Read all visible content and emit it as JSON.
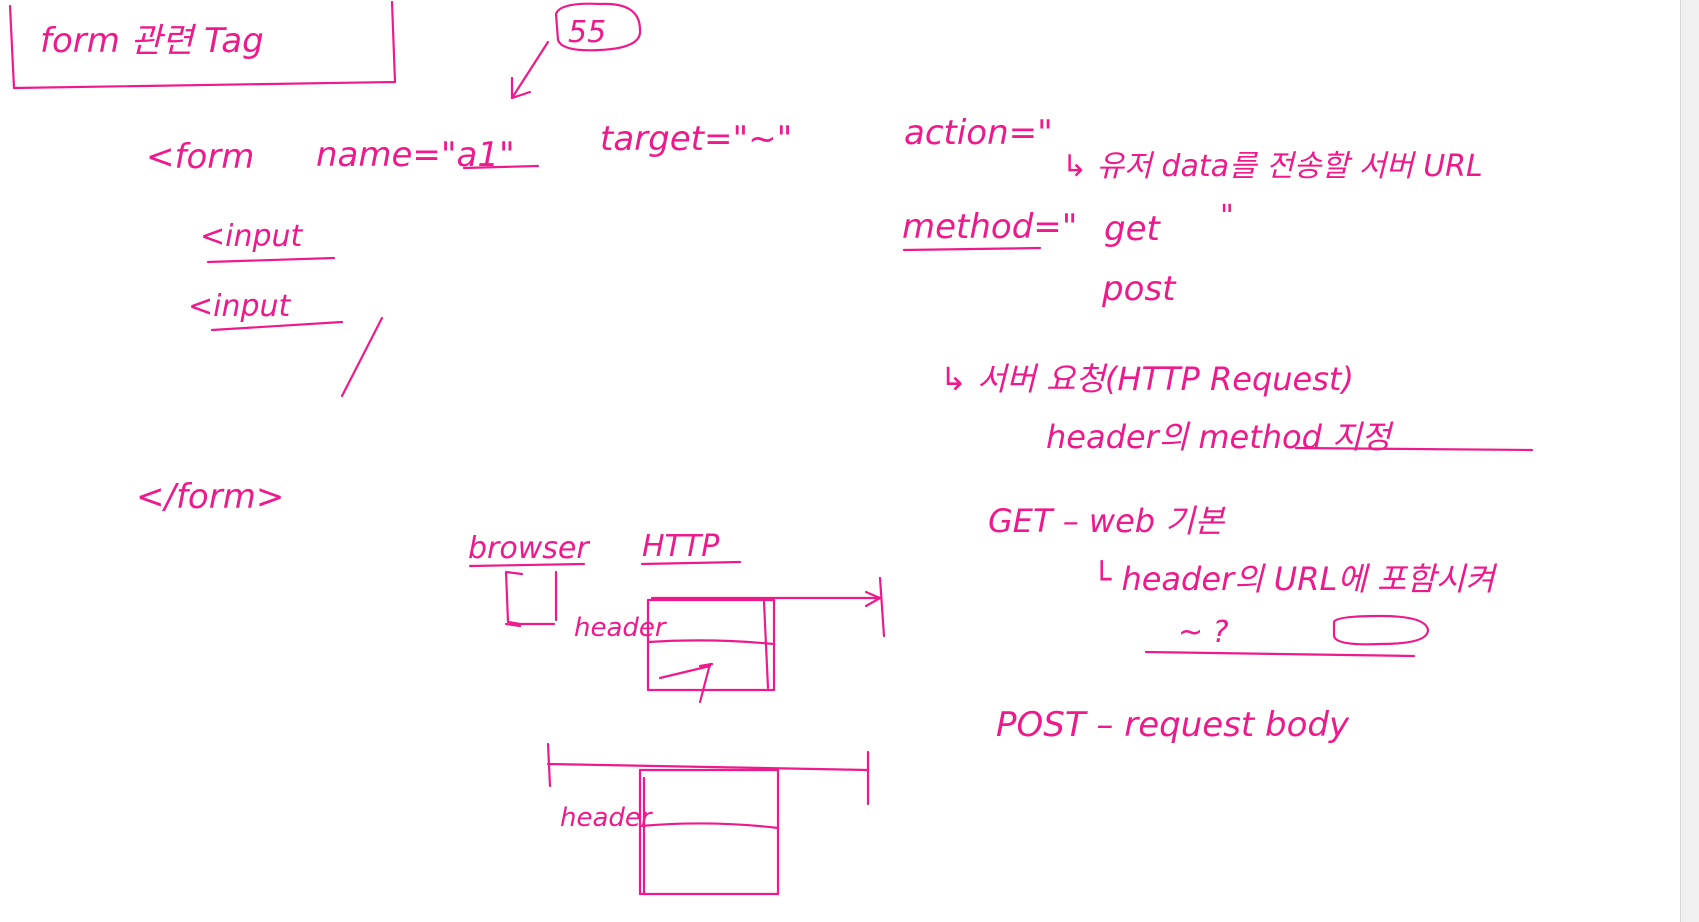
{
  "ink_color": "#ee1a8c",
  "title": "form 관련 Tag",
  "page_number": "55",
  "form_tag": {
    "open": "<form",
    "name_attr": "name=\"a1\"",
    "target_attr": "target=\"~\"",
    "action_attr": "action=\"",
    "action_note": "↳ 유저 data를 전송할 서버 URL",
    "input_1": "<input",
    "input_2": "<input",
    "close": "</form>"
  },
  "method": {
    "attr": "method=\"",
    "get": "get",
    "close_quote": "\"",
    "post": "post",
    "note_line_1": "↳ 서버 요청(HTTP Request)",
    "note_line_2": "header의 method 지정"
  },
  "diagram": {
    "browser_label": "browser",
    "http_label": "HTTP",
    "header_label_1": "header",
    "header_label_2": "header"
  },
  "methods_detail": {
    "get_line": "GET – web 기본",
    "get_detail": "└ header의 URL에 포함시켜",
    "get_query": "~ ?",
    "post_line": "POST – request body"
  }
}
